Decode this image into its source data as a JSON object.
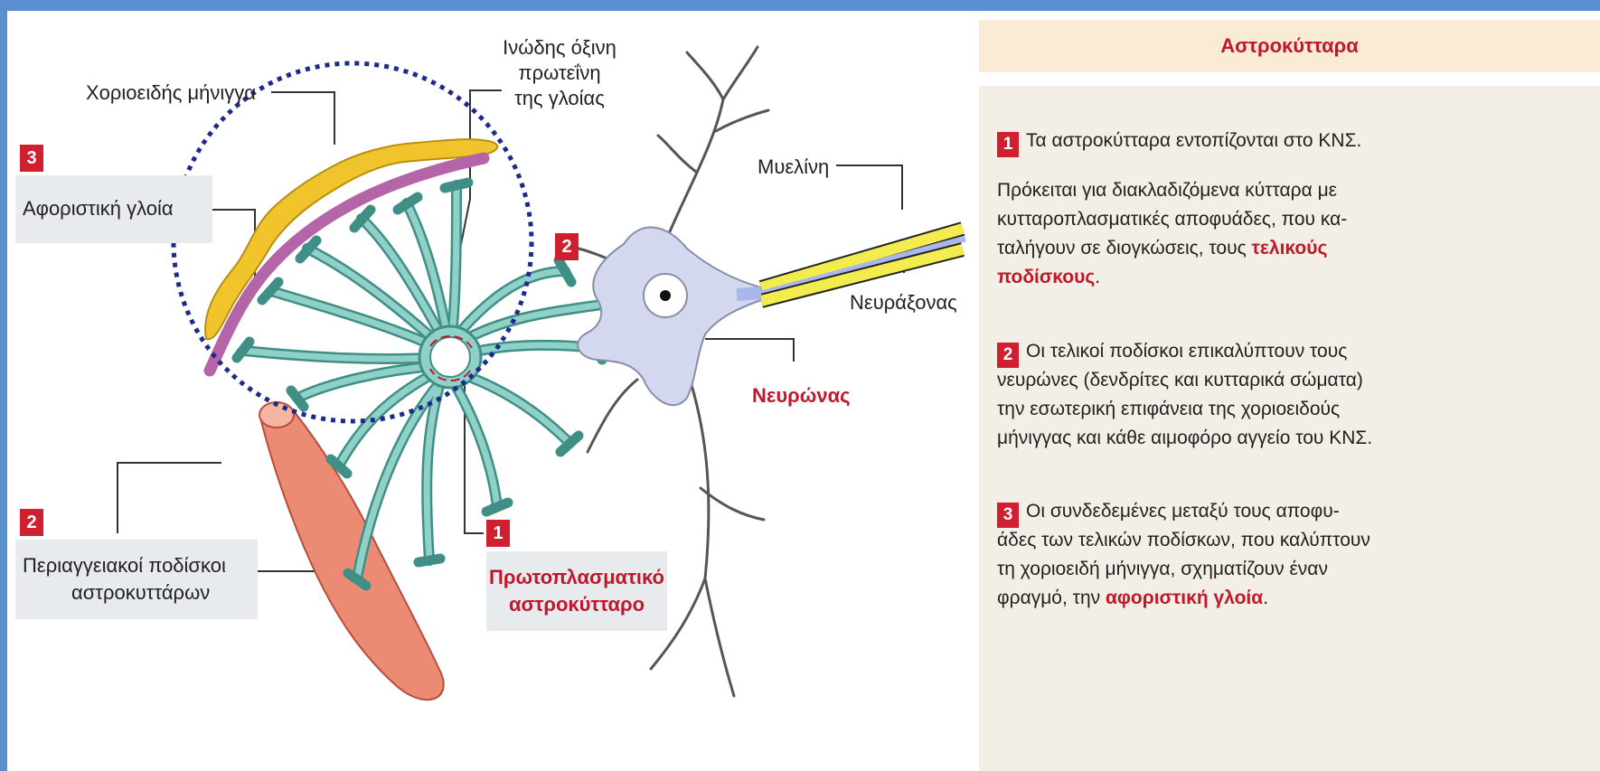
{
  "labels": {
    "choroid": "Χοριοειδής μήνιγγα",
    "gfap_1": "Ινώδης όξινη",
    "gfap_2": "πρωτεΐνη",
    "gfap_3": "της γλοίας",
    "glia_limitans": "Αφοριστική γλοία",
    "myelin": "Μυελίνη",
    "axon": "Νευράξονας",
    "neuron": "Νευρώνας",
    "perivascular_1": "Περιαγγειακοί ποδίσκοι",
    "perivascular_2": "αστροκυττάρων",
    "protoplasmic_1": "Πρωτοπλασματικό",
    "protoplasmic_2": "αστροκύτταρο"
  },
  "badges": {
    "glia": "3",
    "neuron": "2",
    "perivascular": "2",
    "astrocyte": "1"
  },
  "panel": {
    "title": "Αστροκύτταρα",
    "p1": {
      "num": "1",
      "text": "Τα αστροκύτταρα εντοπίζονται στο ΚΝΣ."
    },
    "p2": {
      "line1": "Πρόκειται για διακλαδιζόμενα κύτταρα με",
      "line2": "κυτταροπλασματικές αποφυάδες, που κα-",
      "line3a": "ταλήγουν σε διογκώσεις, τους ",
      "hl1": "τελικούς",
      "hl2": "ποδίσκους",
      "line4b": "."
    },
    "p3": {
      "num": "2",
      "line1": "Οι τελικοί ποδίσκοι επικαλύπτουν τους",
      "line2": "νευρώνες (δενδρίτες και κυτταρικά σώματα)",
      "line3": "την εσωτερική επιφάνεια της χοριοειδούς",
      "line4": "μήνιγγας και κάθε αιμοφόρο αγγείο του ΚΝΣ."
    },
    "p4": {
      "num": "3",
      "line1": "Οι συνδεδεμένες μεταξύ τους αποφυ-",
      "line2": "άδες των τελικών ποδίσκων, που καλύπτουν",
      "line3": "τη χοριοειδή μήνιγγα, σχηματίζουν έναν",
      "line4a": "φραγμό, την ",
      "hl": "αφοριστική γλοία",
      "line4b": "."
    }
  },
  "colors": {
    "frame": "#5b8fd0",
    "astrocyte": "#8fd1c9",
    "astrocyte_outline": "#3f8f87",
    "meninx": "#f2c42b",
    "glia_limitans": "#b565a7",
    "vessel": "#ec8b74",
    "neuron": "#d3d8ef",
    "myelin": "#f2ec4e",
    "dotted_circle": "#1b2a8c",
    "accent_red": "#c0182b"
  }
}
